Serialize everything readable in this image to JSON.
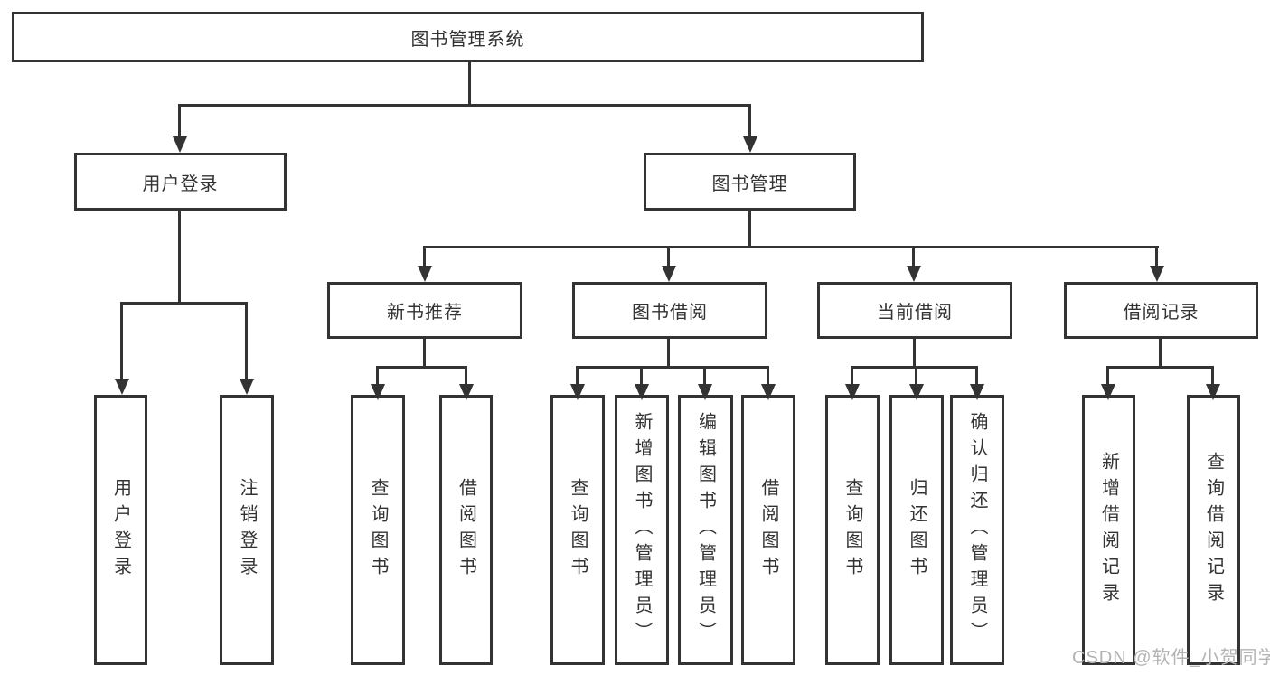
{
  "diagram": {
    "root": "图书管理系统",
    "level2": [
      "用户登录",
      "图书管理"
    ],
    "level3": [
      "新书推荐",
      "图书借阅",
      "当前借阅",
      "借阅记录"
    ],
    "level4": {
      "user_login": [
        "用户登录",
        "注销登录"
      ],
      "new_book": [
        "查询图书",
        "借阅图书"
      ],
      "book_borrow": [
        "查询图书",
        "新增图书（管理员）",
        "编辑图书（管理员）",
        "借阅图书"
      ],
      "current_borrow": [
        "查询图书",
        "归还图书",
        "确认归还（管理员）"
      ],
      "borrow_record": [
        "新增借阅记录",
        "查询借阅记录"
      ]
    },
    "watermark": "CSDN @软件_小贺同学",
    "colors": {
      "line": "#333333",
      "box_border": "#333333",
      "text": "#333333",
      "watermark": "#b3b3b3",
      "background": "#ffffff"
    }
  }
}
